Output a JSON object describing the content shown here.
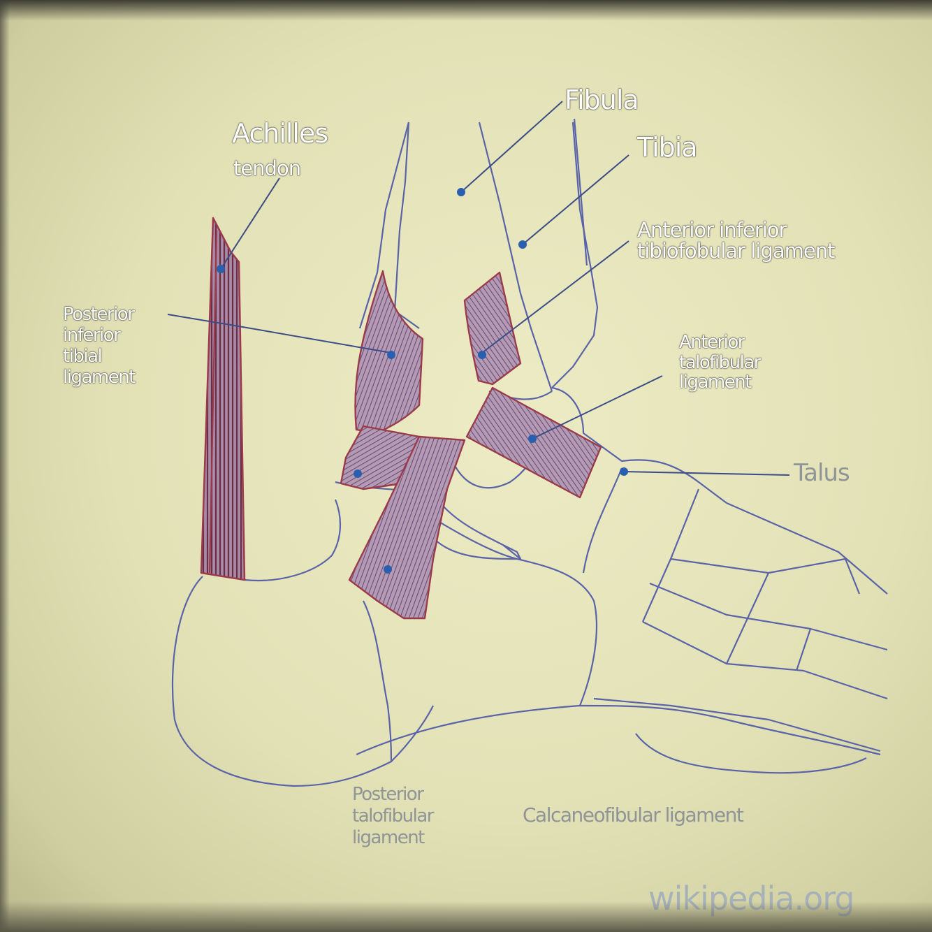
{
  "labels": {
    "fibula": "Fibula",
    "tibia": "Tibia",
    "achilles": "Achilles",
    "achilles_sub": "tendon",
    "anterior_inferior_tibiofibular": "Anterior inferior\ntibiofobular ligament",
    "posterior_inferior_tibial": "Posterior\ninferior\ntibial\nligament",
    "anterior_talofibular": "Anterior\ntalofibular\nligament",
    "talus": "Talus",
    "posterior_talofibular": "Posterior\ntalofibular\nligament",
    "calcaneofibular": "Calcaneofibular ligament",
    "watermark": "wikipedia.org"
  },
  "colors": {
    "outline": "#5a63a8",
    "leader": "#3b4c86",
    "ligament": "#9a3a4a",
    "ligament_fill": "#8c6f9a",
    "dot": "#2a5fb0"
  }
}
